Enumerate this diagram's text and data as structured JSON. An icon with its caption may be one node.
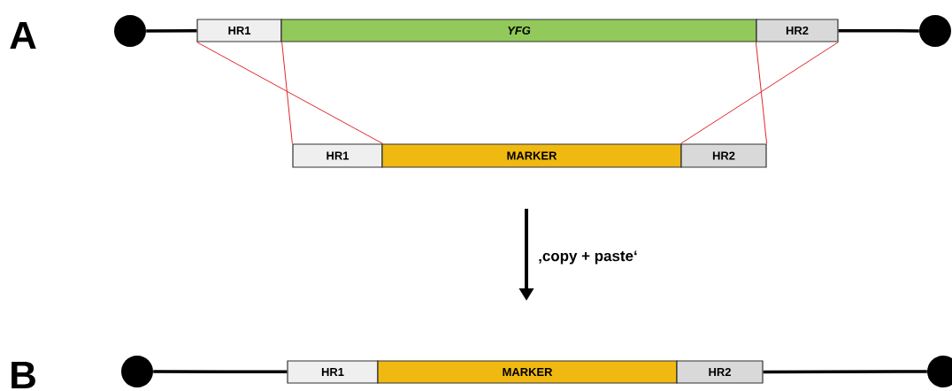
{
  "diagram": {
    "nodes": [
      {
        "text": [],
        "shape": "circle"
      },
      {
        "text": [
          "HR1"
        ]
      },
      {
        "text": [
          "YFG"
        ]
      },
      {
        "text": [
          "HR2"
        ]
      },
      {
        "text": [],
        "shape": "circle"
      },
      {
        "text": [
          "HR1"
        ]
      },
      {
        "text": [
          "MARKER"
        ]
      },
      {
        "text": [
          "HR2"
        ]
      },
      {
        "text": [],
        "shape": "circle"
      },
      {
        "text": [
          "HR1"
        ]
      },
      {
        "text": [
          "MARKER"
        ]
      },
      {
        "text": [
          "HR2"
        ]
      },
      {
        "text": [],
        "shape": "circle"
      }
    ],
    "edges": [
      {
        "from": 0,
        "to": 1,
        "arrow": "none",
        "style": "thick"
      },
      {
        "from": 3,
        "to": 4,
        "arrow": "none",
        "style": "thick"
      },
      {
        "from": 1,
        "to": 5,
        "arrow": "none",
        "color": "#e0262a"
      },
      {
        "from": 1,
        "to": 5,
        "arrow": "none",
        "color": "#e0262a"
      },
      {
        "from": 3,
        "to": 7,
        "arrow": "none",
        "color": "#e0262a"
      },
      {
        "from": 3,
        "to": 7,
        "arrow": "none",
        "color": "#e0262a"
      },
      {
        "from": 8,
        "to": 9,
        "arrow": "none",
        "style": "thick"
      },
      {
        "from": 11,
        "to": 12,
        "arrow": "none",
        "style": "thick"
      }
    ],
    "labels": [
      "A",
      "‚copy + paste‘",
      "B"
    ]
  }
}
